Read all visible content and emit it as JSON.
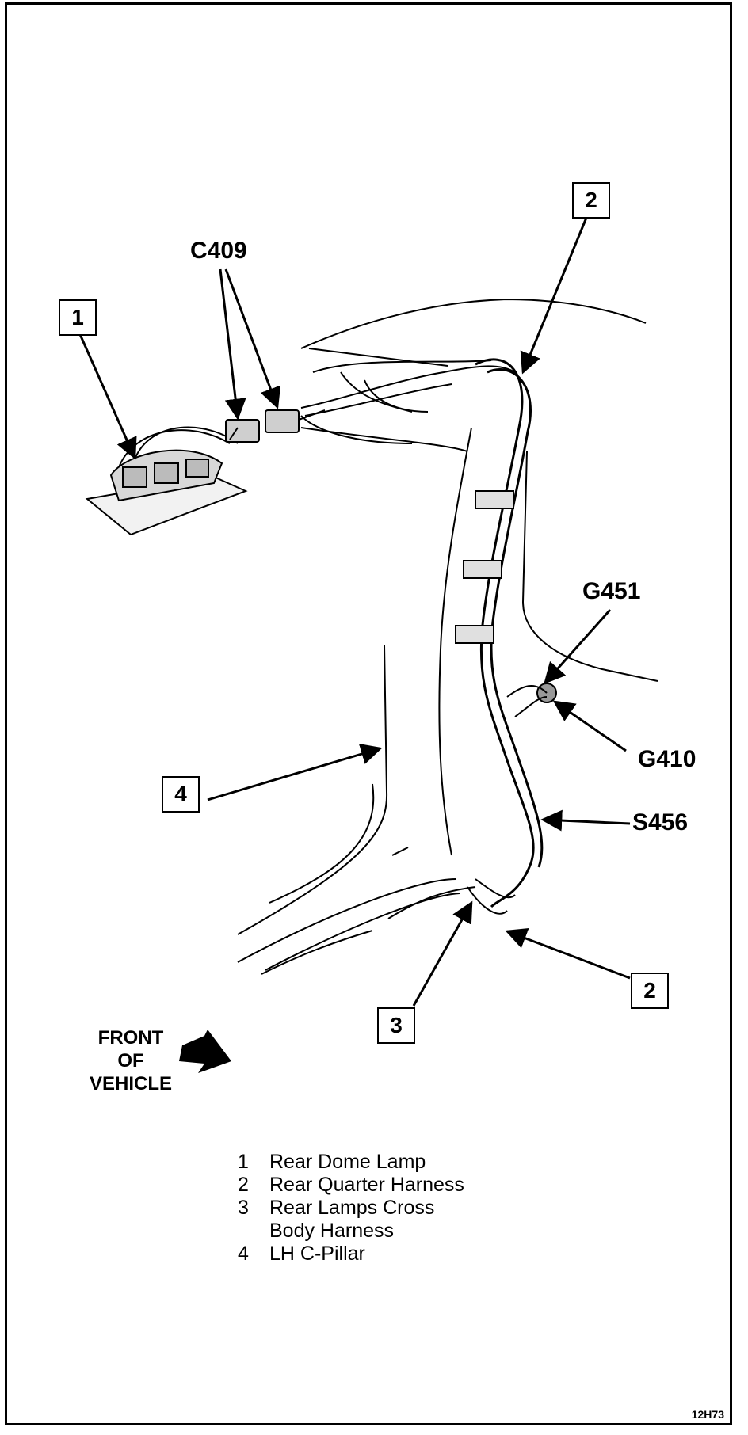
{
  "callouts": {
    "c1": "1",
    "c2_top": "2",
    "c2_bottom": "2",
    "c3": "3",
    "c4": "4"
  },
  "labels": {
    "c409": "C409",
    "g451": "G451",
    "g410": "G410",
    "s456": "S456"
  },
  "front_of_vehicle": [
    "FRONT",
    "OF",
    "VEHICLE"
  ],
  "legend": [
    {
      "num": "1",
      "text": "Rear Dome Lamp"
    },
    {
      "num": "2",
      "text": "Rear Quarter Harness"
    },
    {
      "num": "3",
      "text": "Rear Lamps Cross"
    },
    {
      "num": "",
      "text": "Body Harness"
    },
    {
      "num": "4",
      "text": "LH C-Pillar"
    }
  ],
  "figure_ref": "12H73"
}
